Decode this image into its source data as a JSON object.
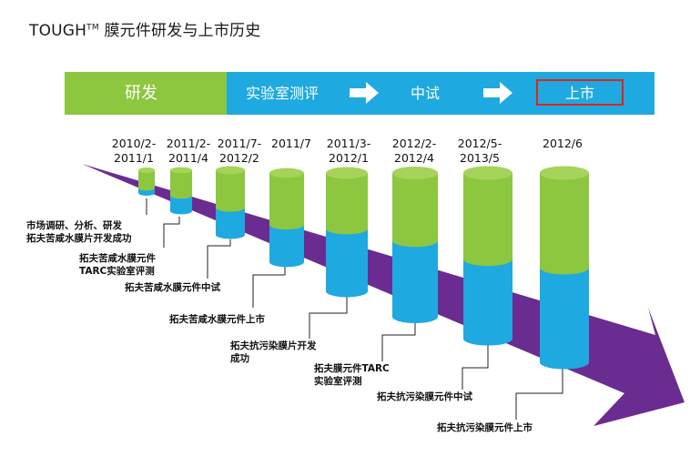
{
  "title": {
    "main": "TOUGH",
    "tm": "TM",
    "rest": " 膜元件研发与上市历史"
  },
  "phases": [
    {
      "label": "研发"
    },
    {
      "label": "实验室测评"
    },
    {
      "label": "中试"
    },
    {
      "label": "上市"
    }
  ],
  "colors": {
    "green": "#8dc63f",
    "blue": "#1ea9e0",
    "purple": "#6a2c91",
    "highlight": "#e0241b"
  },
  "milestones": [
    {
      "date": "2010/2-\n2011/1",
      "green_fraction": 0.78,
      "note": "市场调研、分析、研发\n拓夫苦咸水膜片开发成功"
    },
    {
      "date": "2011/2-\n2011/4",
      "green_fraction": 0.62,
      "note": "拓夫苦咸水膜元件\nTARC实验室评测"
    },
    {
      "date": "2011/7-\n2012/2",
      "green_fraction": 0.58,
      "note": "拓夫苦咸水膜元件中试"
    },
    {
      "date": "2011/7",
      "green_fraction": 0.58,
      "note": "拓夫苦咸水膜元件上市"
    },
    {
      "date": "2011/3-\n2012/1",
      "green_fraction": 0.47,
      "note": "拓夫抗污染膜片开发\n成功"
    },
    {
      "date": "2012/2-\n2012/4",
      "green_fraction": 0.47,
      "note": "拓夫膜元件TARC\n实验室评测"
    },
    {
      "date": "2012/5-\n2013/5",
      "green_fraction": 0.52,
      "note": "拓夫抗污染膜元件中试"
    },
    {
      "date": "2012/6",
      "green_fraction": 0.5,
      "note": "拓夫抗污染膜元件上市"
    }
  ]
}
